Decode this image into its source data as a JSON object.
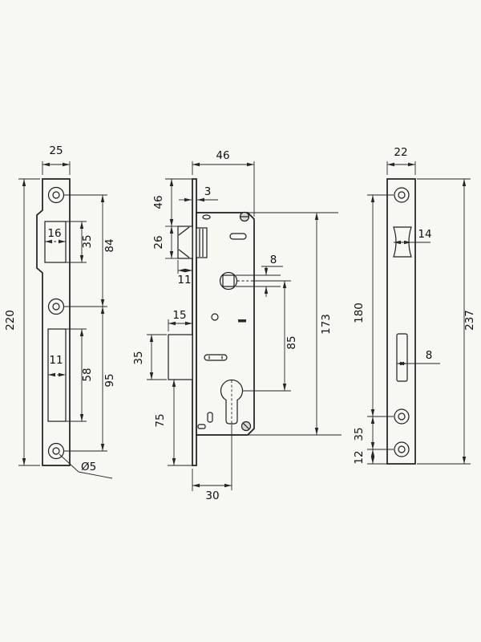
{
  "page": {
    "background": "#f7f7f4",
    "line_color": "#1e1e1e",
    "description": "mortise-lock-technical-drawing"
  },
  "views": {
    "strike_plate": {
      "dim_width": "25",
      "dim_height": "220",
      "dim_slot_top_width": "16",
      "dim_slot_top_height": "35",
      "dim_hole_spacing_top": "84",
      "dim_slot_bottom_width": "11",
      "dim_slot_bottom_height": "58",
      "dim_hole_spacing_bottom": "95",
      "dim_hole_diameter": "Ø5"
    },
    "lock_body": {
      "dim_depth": "46",
      "dim_faceplate_thickness": "3",
      "dim_top_to_latch": "46",
      "dim_latch_height": "26",
      "dim_latch_throw": "11",
      "dim_deadbolt_throw": "15",
      "dim_deadbolt_height": "35",
      "dim_spindle_square": "8",
      "dim_spindle_to_cylinder": "85",
      "dim_body_height": "173",
      "dim_cylinder_to_bottom": "75",
      "dim_backset": "30"
    },
    "faceplate": {
      "dim_width": "22",
      "dim_latch_cutout_width": "14",
      "dim_hole_spacing": "180",
      "dim_bolt_slot_width": "8",
      "dim_height": "237",
      "dim_bottom_holes_spacing": "35",
      "dim_bottom_hole_to_edge": "12"
    }
  }
}
